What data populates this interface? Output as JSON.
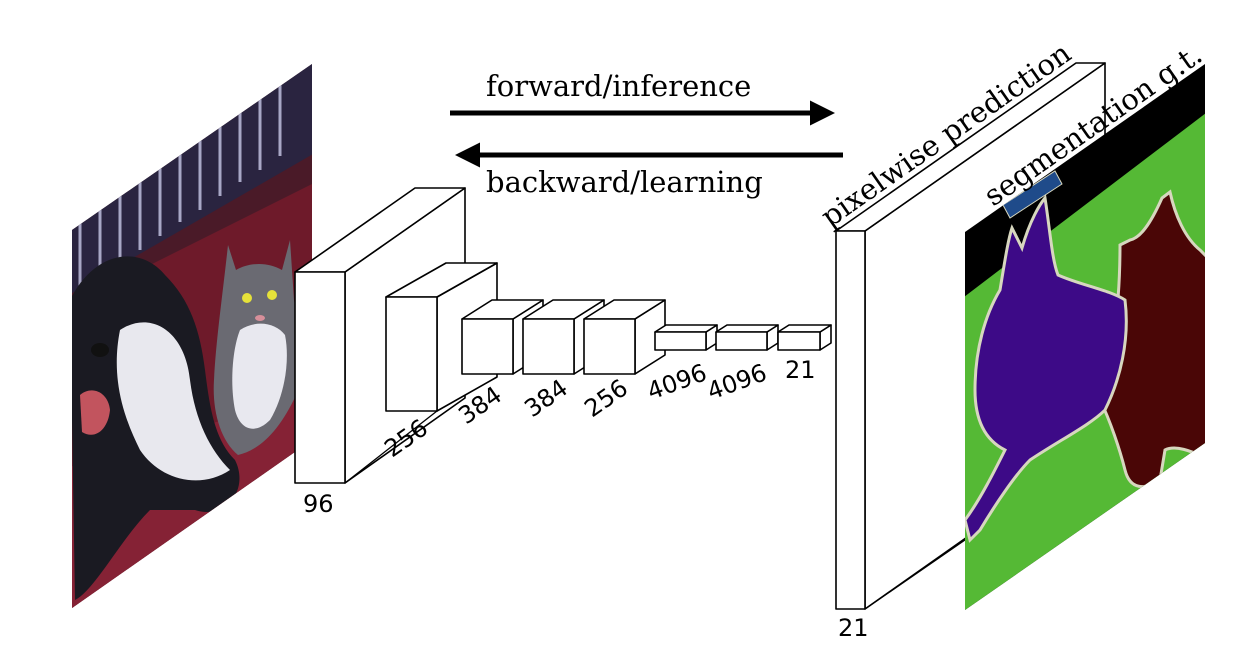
{
  "arrows": {
    "forward_label": "forward/inference",
    "backward_label": "backward/learning"
  },
  "labels": {
    "pixelwise": "pixelwise prediction",
    "segmentation": "segmentation g.t."
  },
  "layers": {
    "conv1": "96",
    "conv2": "256",
    "conv3": "384",
    "conv4": "384",
    "conv5": "256",
    "fc6": "4096",
    "fc7": "4096",
    "score": "21",
    "output": "21"
  },
  "colors": {
    "background": "#000000",
    "dog": "#3d0a87",
    "cat": "#4a0606",
    "ground": "#55b935",
    "ignore_band": "#1f4b8a",
    "boundary": "#d7d7bf"
  }
}
